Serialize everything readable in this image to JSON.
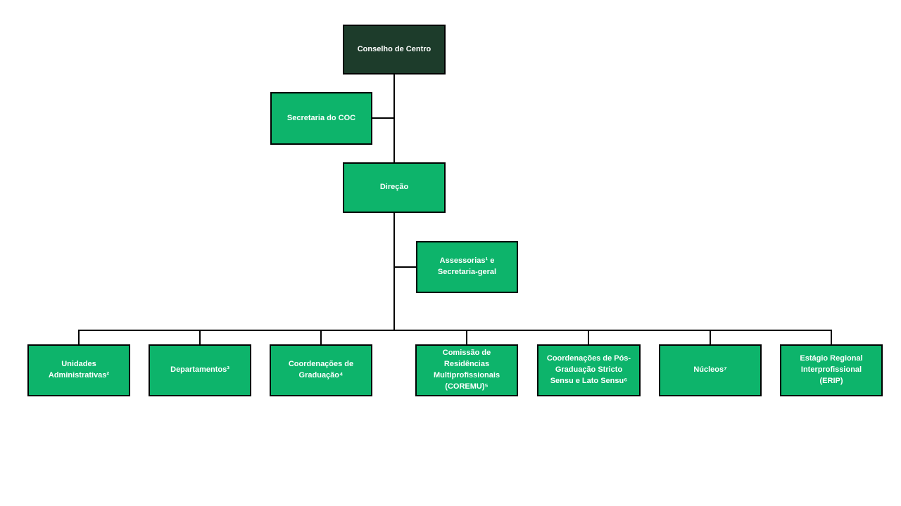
{
  "colors": {
    "page_bg": "#ffffff",
    "node_fill": "#0db46b",
    "root_fill": "#1d3c2b",
    "border": "#000000",
    "line": "#000000",
    "text": "#ffffff"
  },
  "nodes": {
    "conselho": {
      "label": "Conselho de Centro"
    },
    "secretaria": {
      "label": "Secretaria do COC"
    },
    "direcao": {
      "label": "Direção"
    },
    "assessorias": {
      "label": "Assessorias¹ e\nSecretaria-geral"
    },
    "unidades": {
      "label": "Unidades\nAdministrativas²"
    },
    "departamentos": {
      "label": "Departamentos³"
    },
    "coordenacoes_graduacao": {
      "label": "Coordenações de\nGraduação⁴"
    },
    "coremu": {
      "label": "Comissão de\nResidências\nMultiprofissionais\n(COREMU)⁵"
    },
    "pos_graduacao": {
      "label": "Coordenações de Pós-\nGraduação Stricto\nSensu e Lato Sensu⁶"
    },
    "nucleos": {
      "label": "Núcleos⁷"
    },
    "erip": {
      "label": "Estágio Regional\nInterprofissional\n(ERIP)"
    }
  }
}
